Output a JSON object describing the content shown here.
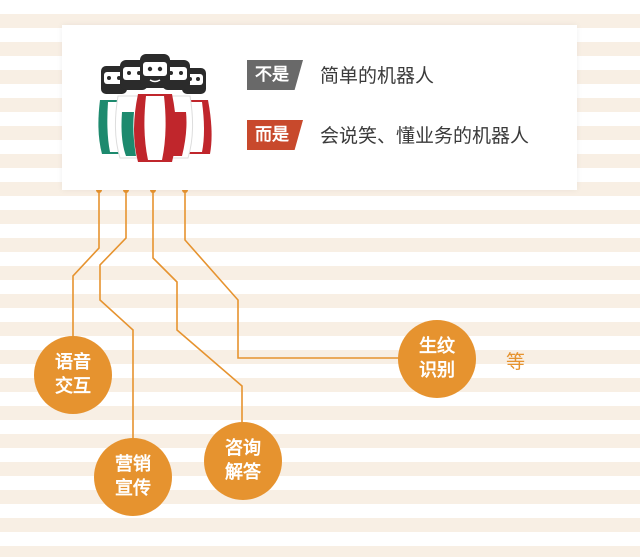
{
  "card": {
    "tag_not": "不是",
    "line_not": "简单的机器人",
    "tag_is": "而是",
    "line_is": "会说笑、懂业务的机器人"
  },
  "features": [
    {
      "line1": "语音",
      "line2": "交互"
    },
    {
      "line1": "营销",
      "line2": "宣传"
    },
    {
      "line1": "咨询",
      "line2": "解答"
    },
    {
      "line1": "生纹",
      "line2": "识别"
    }
  ],
  "extra_label": "等",
  "colors": {
    "accent_orange": "#e6932f",
    "tag_grey": "#696969",
    "tag_red": "#c8492c",
    "robot_green": "#1d8a6e",
    "robot_red": "#c0262c"
  }
}
